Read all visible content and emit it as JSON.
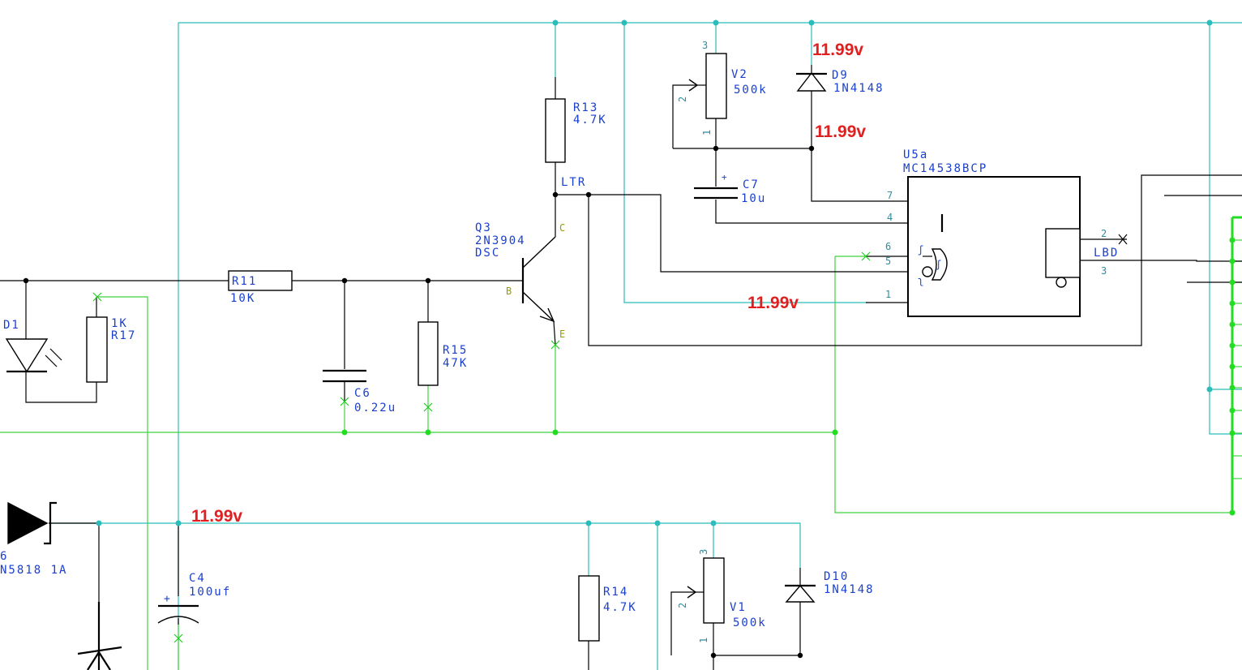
{
  "components": {
    "r11": {
      "ref": "R11",
      "value": "10K"
    },
    "r13": {
      "ref": "R13",
      "value": "4.7K"
    },
    "r14": {
      "ref": "R14",
      "value": "4.7K"
    },
    "r15": {
      "ref": "R15",
      "value": "47K"
    },
    "r17": {
      "ref": "R17",
      "value": "1K"
    },
    "c4": {
      "ref": "C4",
      "value": "100uf"
    },
    "c6": {
      "ref": "C6",
      "value": "0.22u"
    },
    "c7": {
      "ref": "C7",
      "value": "10u",
      "polarity": "+"
    },
    "d1": {
      "ref": "D1"
    },
    "d9": {
      "ref": "D9",
      "value": "1N4148"
    },
    "d10": {
      "ref": "D10",
      "value": "1N4148"
    },
    "d_bottom": {
      "ref_fragment": "6",
      "value": "N5818 1A"
    },
    "q3": {
      "ref": "Q3",
      "value": "2N3904",
      "extra": "DSC",
      "pin_c": "C",
      "pin_b": "B",
      "pin_e": "E"
    },
    "v1": {
      "ref": "V1",
      "value": "500k",
      "pins": [
        "3",
        "2",
        "1"
      ]
    },
    "v2": {
      "ref": "V2",
      "value": "500k",
      "pins": [
        "3",
        "2",
        "1"
      ]
    },
    "u5a": {
      "ref": "U5a",
      "value": "MC14538BCP",
      "pins": [
        "7",
        "4",
        "6",
        "5",
        "1",
        "2",
        "3"
      ]
    }
  },
  "nets": {
    "ltr": "LTR",
    "lbd": "LBD"
  },
  "c4_polarity": "+",
  "voltages": {
    "d9_anode": "11.99v",
    "d9_cathode": "11.99v",
    "u5_pin1": "11.99v",
    "rail_bottom": "11.99v"
  },
  "colors": {
    "wire_cyan": "#2bbcbc",
    "wire_green": "#22dd22",
    "label_blue": "#1a3fcc",
    "voltage_red": "#e02020"
  }
}
